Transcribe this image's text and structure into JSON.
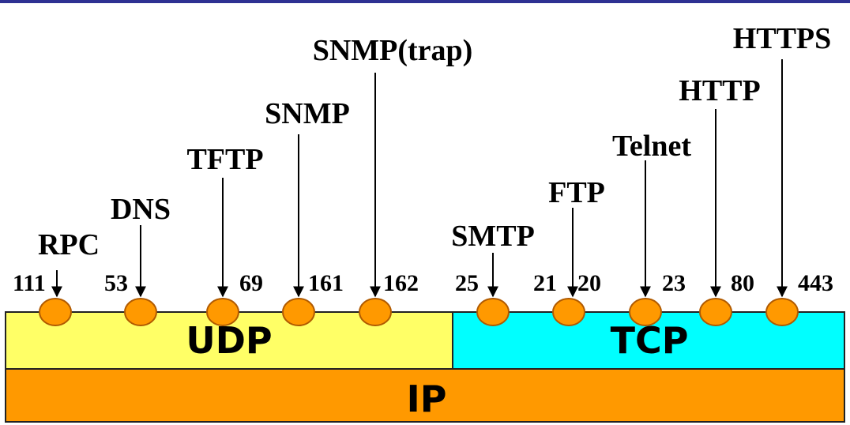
{
  "colors": {
    "top_rule": "#2e3192",
    "udp_fill": "#ffff66",
    "tcp_fill": "#00ffff",
    "ip_fill": "#ff9900",
    "port_fill": "#ff9900",
    "port_stroke": "#b05a00"
  },
  "layers": {
    "udp": "UDP",
    "tcp": "TCP",
    "ip": "IP"
  },
  "ports": [
    {
      "name": "RPC",
      "port": "111"
    },
    {
      "name": "DNS",
      "port": "53"
    },
    {
      "name": "TFTP",
      "port": "69"
    },
    {
      "name": "SNMP",
      "port": "161"
    },
    {
      "name": "SNMP(trap)",
      "port": "162"
    },
    {
      "name": "SMTP",
      "port": "25"
    },
    {
      "name": "FTP",
      "port": "21"
    },
    {
      "name": "",
      "port": "20"
    },
    {
      "name": "Telnet",
      "port": "23"
    },
    {
      "name": "HTTP",
      "port": "80"
    },
    {
      "name": "HTTPS",
      "port": "443"
    }
  ]
}
